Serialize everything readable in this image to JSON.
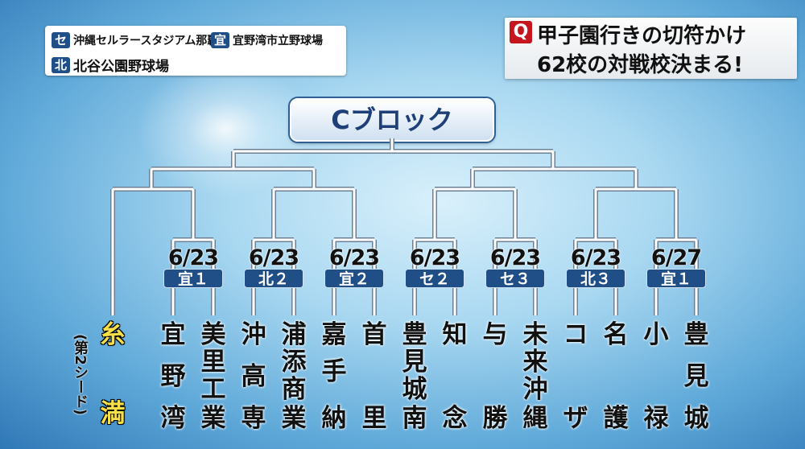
{
  "legend": {
    "items": [
      {
        "badge": "セ",
        "label": "沖縄セルラースタジアム那覇"
      },
      {
        "badge": "宜",
        "label": "宜野湾市立野球場"
      },
      {
        "badge": "北",
        "label": "北谷公園野球場"
      }
    ]
  },
  "headline": {
    "icon": "Q",
    "line1": "甲子園行きの切符かけ",
    "line2": "62校の対戦校決まる!"
  },
  "block_title": "Cブロック",
  "seed_note": "(第2シード)",
  "matches": [
    {
      "date": "6/23",
      "venue": "宜１"
    },
    {
      "date": "6/23",
      "venue": "北２"
    },
    {
      "date": "6/23",
      "venue": "宜２"
    },
    {
      "date": "6/23",
      "venue": "セ２"
    },
    {
      "date": "6/23",
      "venue": "セ３"
    },
    {
      "date": "6/23",
      "venue": "北３"
    },
    {
      "date": "6/27",
      "venue": "宜１"
    }
  ],
  "teams": [
    {
      "name": [
        "糸",
        "",
        "満"
      ],
      "seed": true
    },
    {
      "name": [
        "宜",
        "野",
        "湾"
      ]
    },
    {
      "name": [
        "美",
        "里",
        "工",
        "業"
      ]
    },
    {
      "name": [
        "沖",
        "高",
        "専"
      ]
    },
    {
      "name": [
        "浦",
        "添",
        "商",
        "業"
      ]
    },
    {
      "name": [
        "嘉",
        "手",
        "納"
      ]
    },
    {
      "name": [
        "首",
        "",
        "里"
      ]
    },
    {
      "name": [
        "豊",
        "見",
        "城",
        "南"
      ]
    },
    {
      "name": [
        "知",
        "",
        "念"
      ]
    },
    {
      "name": [
        "与",
        "",
        "勝"
      ]
    },
    {
      "name": [
        "未",
        "来",
        "沖",
        "縄"
      ]
    },
    {
      "name": [
        "コ",
        "",
        "ザ"
      ]
    },
    {
      "name": [
        "名",
        "",
        "護"
      ]
    },
    {
      "name": [
        "小",
        "",
        "禄"
      ]
    },
    {
      "name": [
        "豊",
        "見",
        "",
        "城"
      ]
    }
  ]
}
